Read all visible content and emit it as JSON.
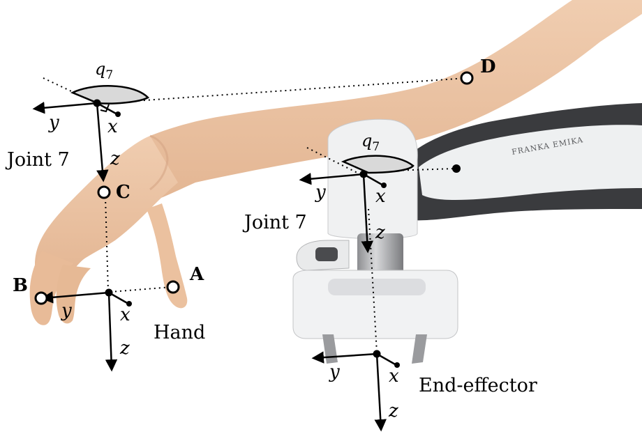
{
  "points": {
    "A": "A",
    "B": "B",
    "C": "C",
    "D": "D"
  },
  "labels": {
    "joint_left": "Joint 7",
    "joint_right": "Joint 7",
    "hand": "Hand",
    "end_effector": "End-effector",
    "angle_left": "q",
    "angle_left_sub": "7",
    "angle_right": "q",
    "angle_right_sub": "7",
    "robot_brand": "FRANKA EMIKA"
  },
  "axes": {
    "x": "x",
    "y": "y",
    "z": "z"
  },
  "colors": {
    "skin": "#ecc7a6",
    "skin_shadow": "#d7a988",
    "robot_white": "#eceeef",
    "robot_dark": "#3c3d40",
    "metal": "#b8b9bb",
    "wedge_fill": "#d9d9d9",
    "ink": "#000000"
  }
}
